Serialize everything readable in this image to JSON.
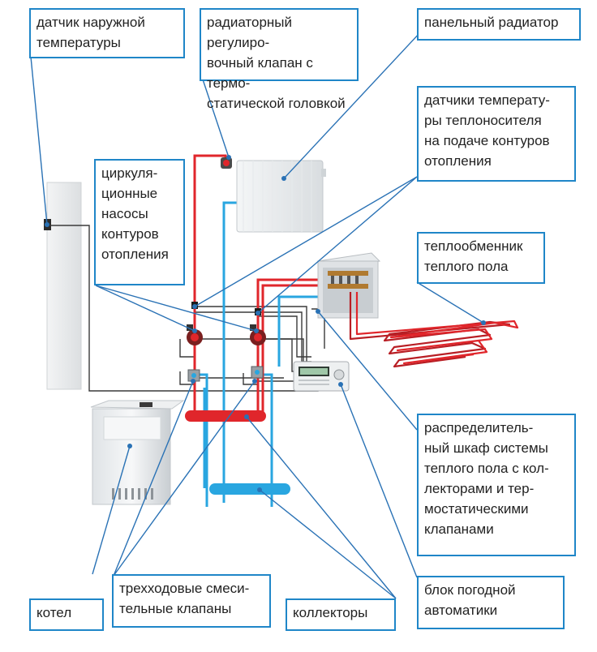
{
  "labels": {
    "outdoor_sensor": "датчик наружной\nтемпературы",
    "radiator_valve": "радиаторный регулиро-\nвочный клапан с термо-\nстатической головкой",
    "panel_radiator": "панельный радиатор",
    "coolant_sensors": "датчики температу-\nры теплоносителя\nна подаче контуров\nотопления",
    "circ_pumps": "циркуля-\nционные\nнасосы\nконтуров\nотопления",
    "heat_exchanger": "теплообменник\nтеплого пола",
    "distribution_cabinet": "распределитель-\nный шкаф системы\nтеплого пола с кол-\nлекторами и тер-\nмостатическими\nклапанами",
    "boiler": "котел",
    "mixing_valves": "трехходовые смеси-\nтельные клапаны",
    "collectors": "коллекторы",
    "weather_control": "блок погодной\nавтоматики"
  },
  "colors": {
    "label_border": "#1f86c8",
    "leader": "#2a72b5",
    "supply_pipe": "#e0262b",
    "return_pipe": "#29a6e0",
    "wire": "#3a3a3a"
  },
  "icons": {
    "boiler": "boiler-icon",
    "radiator": "radiator-icon",
    "pump": "pump-icon",
    "valve": "mixing-valve-icon",
    "cabinet": "manifold-cabinet-icon",
    "controller": "controller-icon"
  }
}
